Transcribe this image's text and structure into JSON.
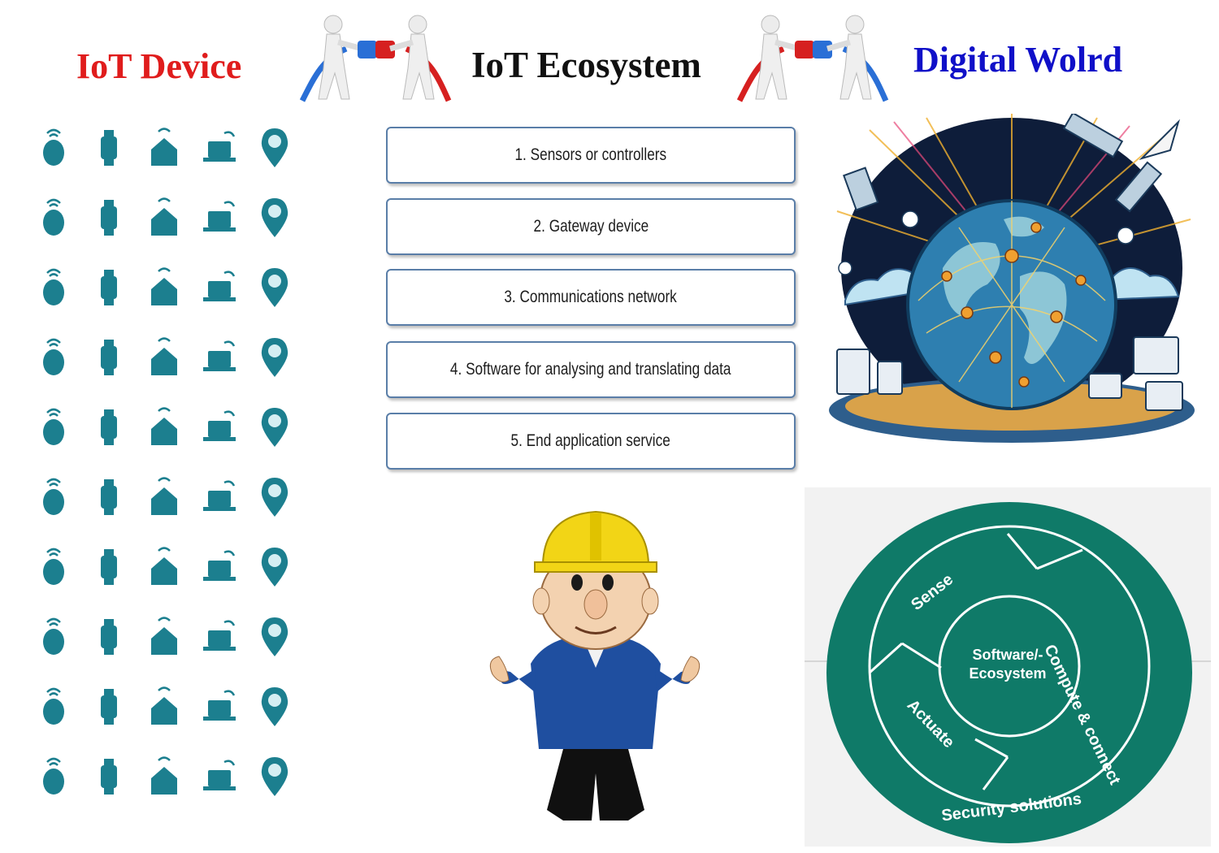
{
  "headers": {
    "iot_device": "IoT Device",
    "iot_ecosystem": "IoT Ecosystem",
    "digital_world": "Digital Wolrd"
  },
  "ecosystem_steps": [
    "1. Sensors or controllers",
    "2. Gateway device",
    "3. Communications network",
    "4. Software for analysing and translating data",
    "5. End application service"
  ],
  "cycle": {
    "core_line1": "Software/-",
    "core_line2": "Ecosystem",
    "sense": "Sense",
    "compute_connect": "Compute & connect",
    "actuate": "Actuate",
    "security": "Security solutions"
  },
  "colors": {
    "device_title": "#e01c1c",
    "world_title": "#1010c8",
    "icon_teal": "#1c7f8f",
    "cycle_green": "#0f7a68",
    "helmet_yellow": "#f2d516",
    "jacket_blue": "#1f4fa0"
  },
  "icons": [
    "smart-bulb-icon",
    "smartwatch-icon",
    "smart-home-icon",
    "laptop-wifi-icon",
    "location-pin-icon",
    "server-icon",
    "cloud-gear-icon",
    "wifi-mouse-icon",
    "monitor-wifi-icon",
    "phone-sync-icon",
    "gamepad-icon",
    "antenna-tower-icon",
    "phone-location-icon",
    "monitor-list-icon",
    "network-laptops-icon",
    "globe-satellite-icon",
    "devices-sync-icon",
    "folder-wifi-icon",
    "satellite-dish-icon",
    "phone-card-icon",
    "printer-icon",
    "folder-signal-icon",
    "tablet-devices-icon",
    "lock-screen-icon",
    "touch-signal-icon",
    "phone-signal-icon",
    "cloud-signal-icon",
    "wifi-icon",
    "monitor-signal-icon",
    "gear-network-icon",
    "tablet-gear-icon",
    "home-signal-icon",
    "camera-icon",
    "computer-tower-icon",
    "router-icon",
    "cloud-laptop-icon",
    "gears-icon",
    "desktop-icon",
    "satellite-icon",
    "server-globe-icon",
    "card-signal-icon",
    "remote-control-icon",
    "alarm-light-icon",
    "usb-signal-icon",
    "calculator-signal-icon",
    "search-bug-icon",
    "mail-monitor-icon",
    "headphones-icon",
    "router-signal-icon",
    "cloud-network-icon"
  ]
}
